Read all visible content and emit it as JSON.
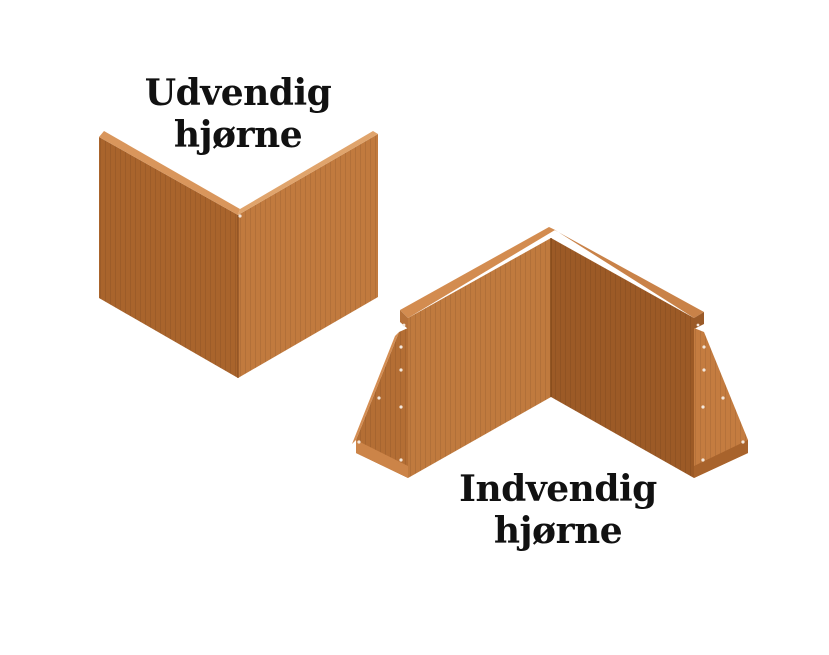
{
  "labels": {
    "outer_corner": {
      "line1": "Udvendig",
      "line2": "hjørne"
    },
    "inner_corner": {
      "line1": "Indvendig",
      "line2": "hjørne"
    }
  },
  "colors": {
    "background": "#ffffff",
    "steel_light": "#c27a3e",
    "steel_mid": "#b06a30",
    "steel_dark": "#8f5424",
    "steel_edge": "#d99860",
    "rib": "#9a5a28",
    "hole": "#f4e8dc",
    "text": "#111111"
  }
}
